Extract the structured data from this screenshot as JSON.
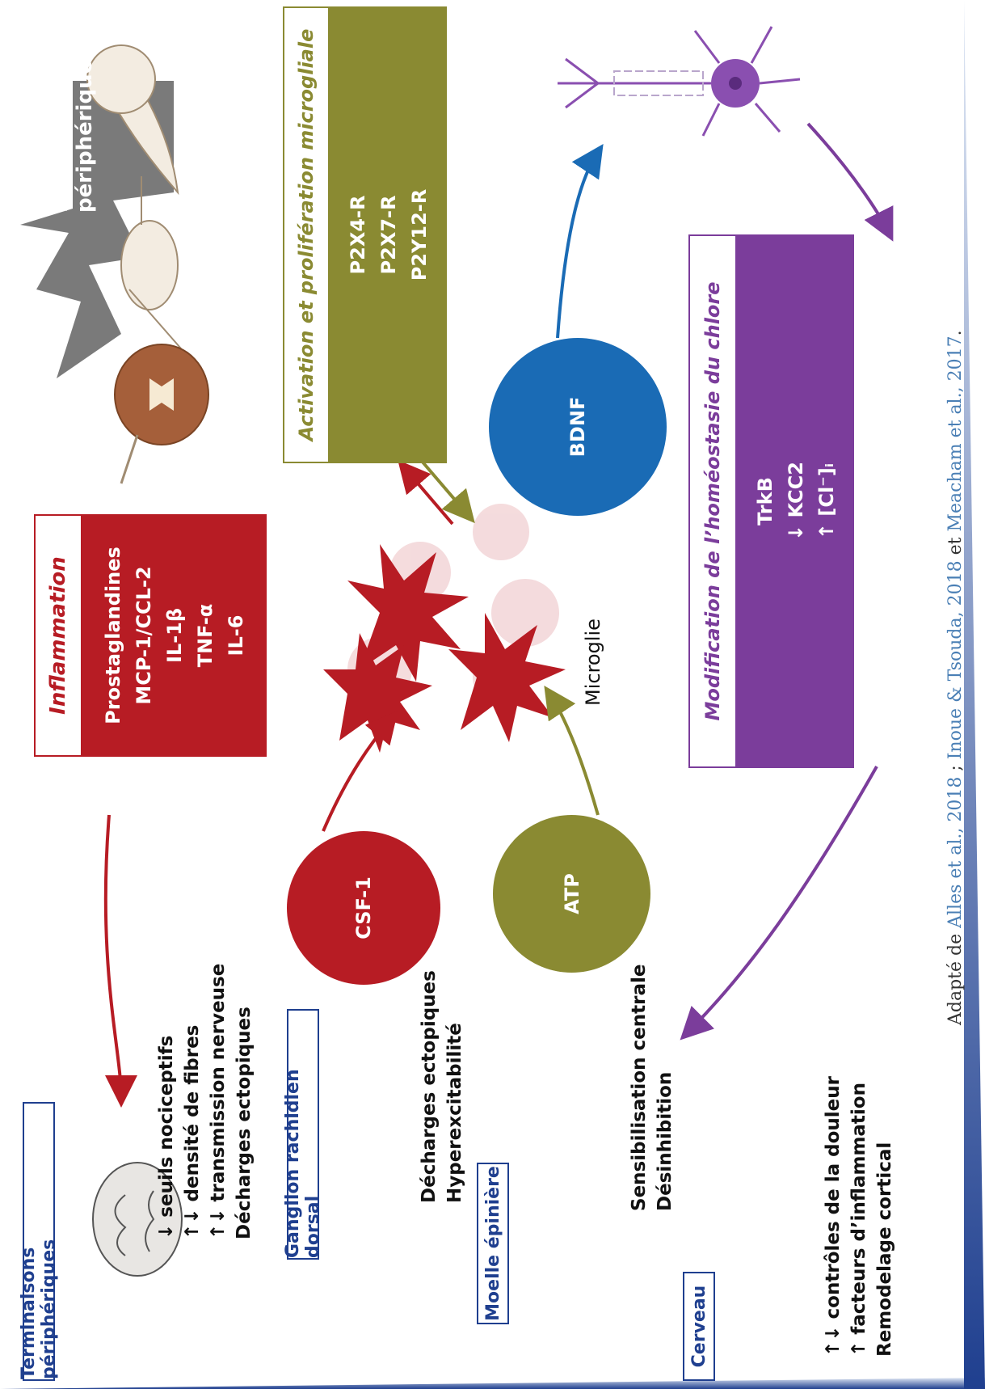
{
  "colors": {
    "red": "#b71c24",
    "olive": "#8a8a32",
    "blue": "#1a6bb5",
    "purple": "#7b3d9b",
    "navy": "#1f3f8f",
    "gray": "#777777"
  },
  "lesion": {
    "label": "Lésion périphérique"
  },
  "inflammation": {
    "title": "Inflammation",
    "items": [
      "Prostaglandines",
      "MCP-1/CCL-2",
      "IL-1β",
      "TNF-α",
      "IL-6"
    ]
  },
  "microglial": {
    "title": "Activation et prolifération microgliale",
    "items": [
      "P2X4-R",
      "P2X7-R",
      "P2Y12-R"
    ]
  },
  "chlorine": {
    "title": "Modification de l’homéostasie du chlore",
    "items": [
      "TrkB",
      "↓ KCC2",
      "↑ [Cl⁻]ᵢ"
    ]
  },
  "circles": {
    "csf1": "CSF-1",
    "atp": "ATP",
    "bdnf": "BDNF"
  },
  "microglia_label": "Microglie",
  "sidebar": [
    {
      "header": "Terminaisons périphériques",
      "items": [
        "↓ seuils nociceptifs",
        "↑↓ densité de fibres",
        "↑↓ transmission nerveuse",
        "Décharges ectopiques"
      ]
    },
    {
      "header": "Ganglion rachidien dorsal",
      "items": [
        "Décharges ectopiques",
        "Hyperexcitabilité"
      ]
    },
    {
      "header": "Moelle épinière",
      "items": [
        "Sensibilisation centrale",
        "Désinhibition"
      ]
    },
    {
      "header": "Cerveau",
      "items": [
        "↑↓ contrôles de la douleur",
        "↑ facteurs d’inflammation",
        "Remodelage cortical"
      ]
    }
  ],
  "caption": {
    "prefix": "Adapté de ",
    "ref1": "Alles et al., 2018",
    "sep1": " ; ",
    "ref2": "Inoue & Tsouda, 2018",
    "sep2": " et ",
    "ref3": "Meacham et al., 2017",
    "suffix": "."
  }
}
